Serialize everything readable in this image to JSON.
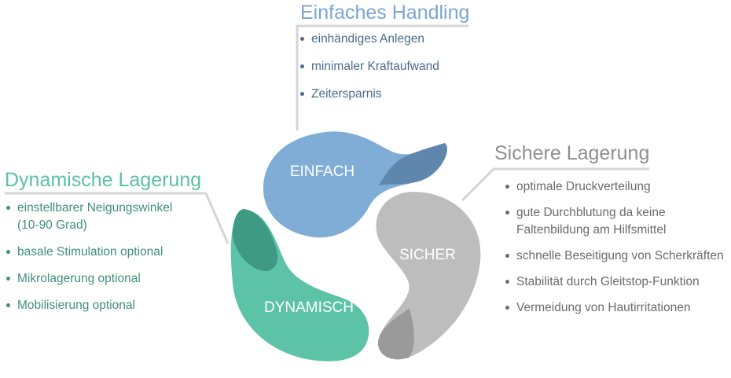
{
  "colors": {
    "blue": "#7fadd6",
    "blue_dark": "#5f87ad",
    "gray": "#bdbdbd",
    "gray_dark": "#9a9a9a",
    "green": "#5cc3a7",
    "green_dark": "#3f9a84",
    "connector": "#d5d5d5",
    "shape_text": "#ffffff"
  },
  "shapes": {
    "einfach": "EINFACH",
    "sicher": "SICHER",
    "dynamisch": "DYNAMISCH"
  },
  "sections": {
    "einfach": {
      "title": "Einfaches Handling",
      "items": [
        "einhändiges Anlegen",
        "minimaler Kraftaufwand",
        "Zeitersparnis"
      ]
    },
    "sicher": {
      "title": "Sichere Lagerung",
      "items": [
        "optimale Druckverteilung",
        "gute Durchblutung da keine\nFaltenbildung am Hilfsmittel",
        "schnelle Beseitigung von Scherkräften",
        "Stabilität durch Gleitstop-Funktion",
        "Vermeidung von Hautirritationen"
      ]
    },
    "dynamisch": {
      "title": "Dynamische Lagerung",
      "items": [
        "einstellbarer Neigungswinkel\n(10-90 Grad)",
        "basale Stimulation optional",
        "Mikrolagerung optional",
        "Mobilisierung optional"
      ]
    }
  }
}
